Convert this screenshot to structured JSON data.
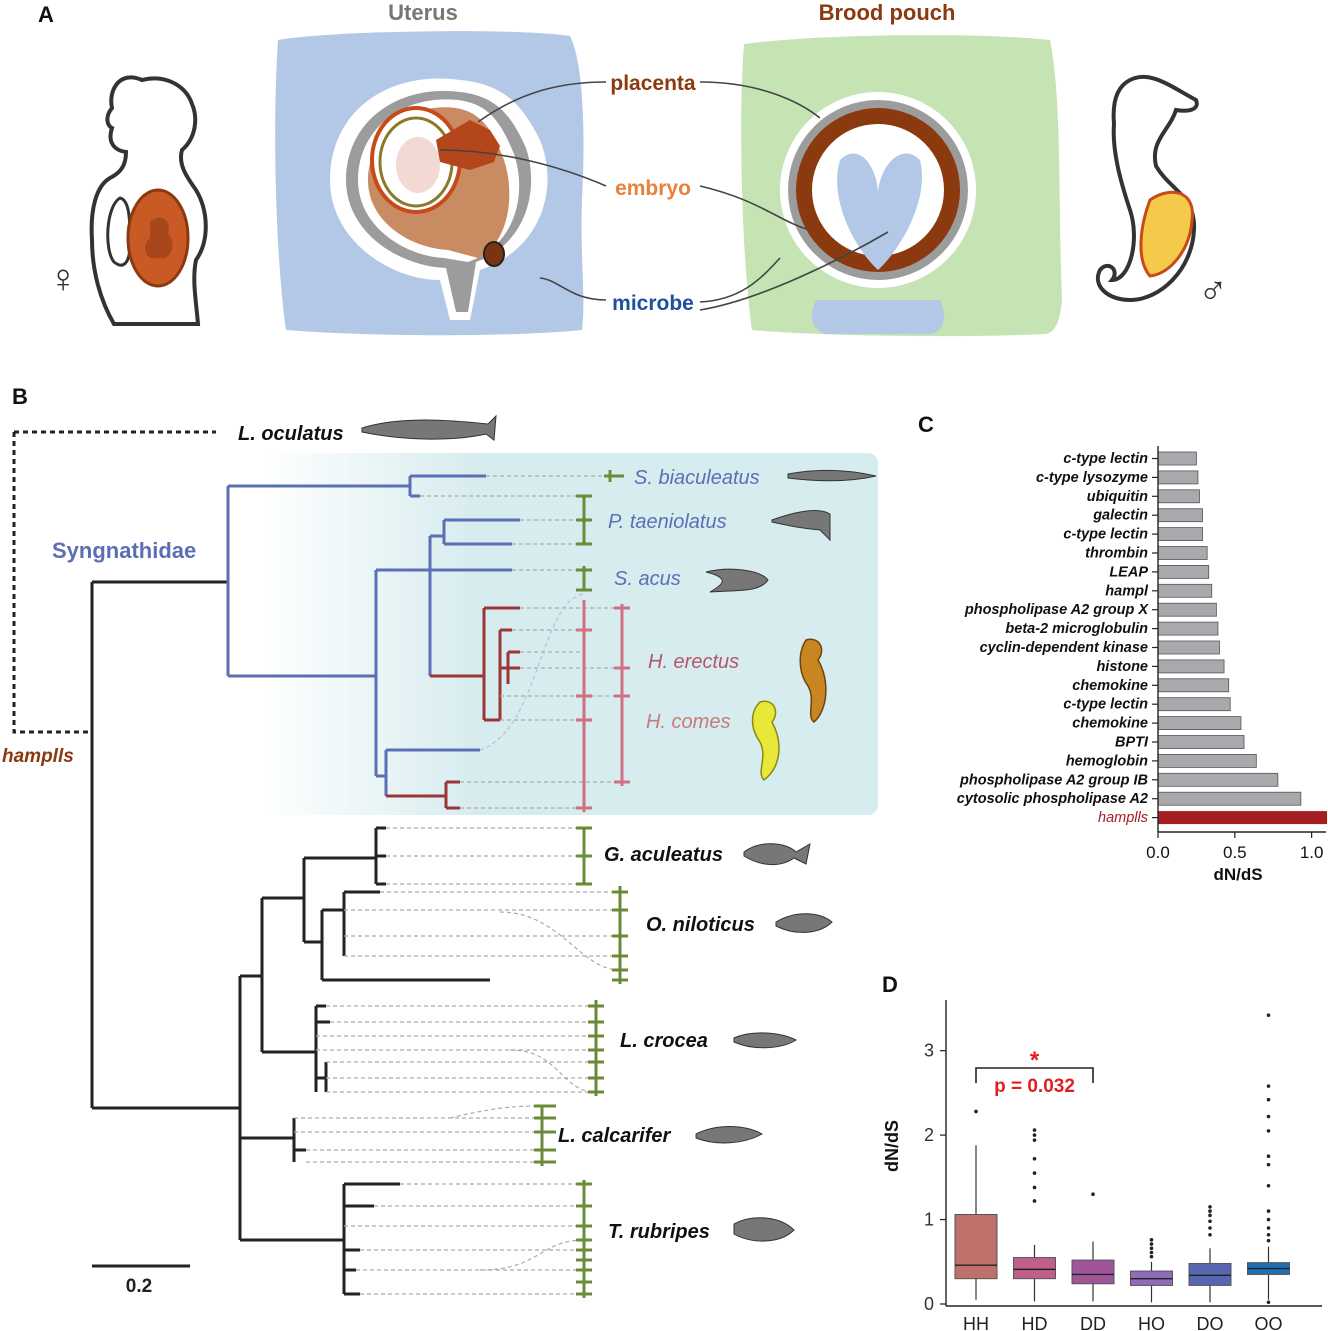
{
  "panel_labels": {
    "a": "A",
    "b": "B",
    "c": "C",
    "d": "D"
  },
  "panel_a": {
    "uterus_title": "Uterus",
    "pouch_title": "Brood pouch",
    "labels": {
      "placenta": "placenta",
      "embryo": "embryo",
      "microbe": "microbe"
    },
    "female_symbol": "♀",
    "male_symbol": "♂",
    "colors": {
      "uterus_bg": "#b3c8e6",
      "pouch_bg": "#c6e3b4",
      "placenta": "#8b3a10",
      "embryo": "#e8813a",
      "microbe": "#1f4fa3"
    }
  },
  "panel_b": {
    "family_label": "Syngnathidae",
    "outgroup_gene": "hamplls",
    "scale_bar": "0.2",
    "species": [
      {
        "name": "L. oculatus",
        "color": "#111111"
      },
      {
        "name": "S. biaculeatus",
        "color": "#5b6fb5"
      },
      {
        "name": "P. taeniolatus",
        "color": "#5b6fb5"
      },
      {
        "name": "S. acus",
        "color": "#5b6fb5"
      },
      {
        "name": "H. erectus",
        "color": "#b5566a"
      },
      {
        "name": "H. comes",
        "color": "#c77a7a"
      },
      {
        "name": "G. aculeatus",
        "color": "#111111"
      },
      {
        "name": "O. niloticus",
        "color": "#111111"
      },
      {
        "name": "L. crocea",
        "color": "#111111"
      },
      {
        "name": "L. calcarifer",
        "color": "#111111"
      },
      {
        "name": "T. rubripes",
        "color": "#111111"
      }
    ],
    "colors": {
      "syngnathidae": "#5b6fb5",
      "hippocampus": "#9b3636",
      "other": "#222222",
      "marker": "#6a8c3a"
    }
  },
  "chart_data": [
    {
      "type": "bar",
      "orientation": "horizontal",
      "panel": "C",
      "categories": [
        "c-type lectin",
        "c-type lysozyme",
        "ubiquitin",
        "galectin",
        "c-type lectin",
        "thrombin",
        "LEAP",
        "hampl",
        "phospholipase A2 group X",
        "beta-2 microglobulin",
        "cyclin-dependent kinase",
        "histone",
        "chemokine",
        "c-type lectin",
        "chemokine",
        "BPTI",
        "hemoglobin",
        "phospholipase A2 group IB",
        "cytosolic phospholipase A2",
        "hamplls"
      ],
      "values": [
        0.25,
        0.26,
        0.27,
        0.29,
        0.29,
        0.32,
        0.33,
        0.35,
        0.38,
        0.39,
        0.4,
        0.43,
        0.46,
        0.47,
        0.54,
        0.56,
        0.64,
        0.78,
        0.93,
        1.1
      ],
      "highlight": "hamplls",
      "xlabel": "dN/dS",
      "xlim": [
        0,
        1.1
      ],
      "xticks": [
        "0.0",
        "0.5",
        "1.0"
      ],
      "colors": {
        "bar": "#a7a9ac",
        "highlight": "#a51e22"
      }
    },
    {
      "type": "box",
      "panel": "D",
      "categories": [
        "HH",
        "HD",
        "DD",
        "HO",
        "DO",
        "OO"
      ],
      "ylabel": "dN/dS",
      "ylim": [
        0,
        3.6
      ],
      "yticks": [
        "0",
        "1",
        "2",
        "3"
      ],
      "boxes": [
        {
          "q1": 0.3,
          "median": 0.46,
          "q3": 1.06,
          "whisker_low": 0.05,
          "whisker_high": 1.88,
          "outliers": [
            2.28
          ],
          "color": "#c0706a"
        },
        {
          "q1": 0.3,
          "median": 0.41,
          "q3": 0.55,
          "whisker_low": 0.03,
          "whisker_high": 0.7,
          "outliers": [
            1.22,
            1.38,
            1.55,
            1.72,
            1.94,
            2.0,
            2.06
          ],
          "color": "#c0608a"
        },
        {
          "q1": 0.24,
          "median": 0.35,
          "q3": 0.52,
          "whisker_low": 0.03,
          "whisker_high": 0.74,
          "outliers": [
            1.3
          ],
          "color": "#a0559a"
        },
        {
          "q1": 0.22,
          "median": 0.3,
          "q3": 0.39,
          "whisker_low": 0.02,
          "whisker_high": 0.5,
          "outliers": [
            0.56,
            0.61,
            0.66,
            0.71,
            0.76
          ],
          "color": "#8f6bb8"
        },
        {
          "q1": 0.22,
          "median": 0.34,
          "q3": 0.48,
          "whisker_low": 0.02,
          "whisker_high": 0.66,
          "outliers": [
            0.82,
            0.9,
            0.98,
            1.05,
            1.1,
            1.15
          ],
          "color": "#5865b0"
        },
        {
          "q1": 0.35,
          "median": 0.42,
          "q3": 0.49,
          "whisker_low": 0.05,
          "whisker_high": 0.68,
          "outliers": [
            0.02,
            0.75,
            0.82,
            0.9,
            1.0,
            1.1,
            1.4,
            1.65,
            1.75,
            2.05,
            2.22,
            2.42,
            2.58,
            3.42
          ],
          "color": "#1f6fb2"
        }
      ],
      "annotation": {
        "star": "*",
        "text": "p = 0.032",
        "from": "HH",
        "to": "DD",
        "color": "#e02020"
      }
    }
  ]
}
